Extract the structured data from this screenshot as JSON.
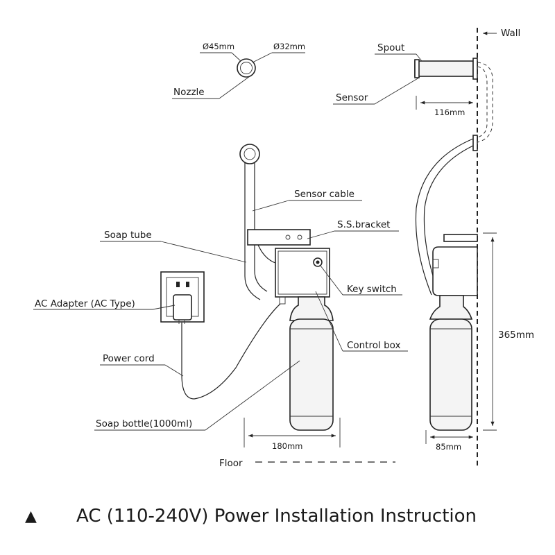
{
  "labels": {
    "nozzle": "Nozzle",
    "dia_outer": "Ø45mm",
    "dia_inner": "Ø32mm",
    "spout": "Spout",
    "wall": "Wall",
    "sensor": "Sensor",
    "sensor_cable": "Sensor cable",
    "soap_tube": "Soap tube",
    "ss_bracket": "S.S.bracket",
    "ac_adapter": "AC Adapter (AC Type)",
    "key_switch": "Key switch",
    "power_cord": "Power cord",
    "control_box": "Control box",
    "soap_bottle": "Soap bottle(1000ml)",
    "floor": "Floor"
  },
  "dimensions": {
    "spout_length": "116mm",
    "height": "365mm",
    "width_front": "180mm",
    "width_side": "85mm"
  },
  "caption": {
    "icon": "▲",
    "text": "AC (110-240V) Power Installation Instruction"
  }
}
